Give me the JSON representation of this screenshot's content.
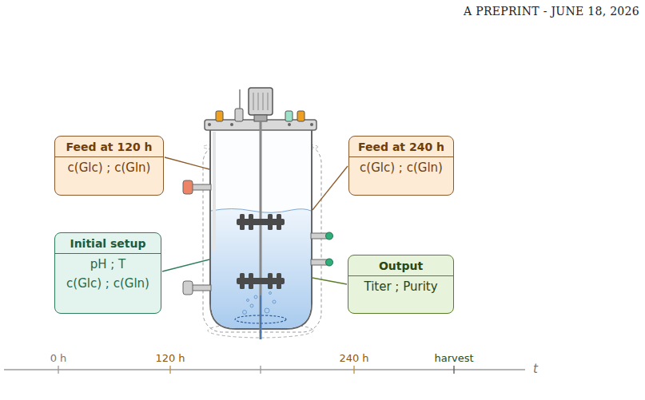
{
  "diagram": {
    "nodes": [
      {
        "text": [
          "Feed at 120 h",
          "c(Glc) ; c(Gln)"
        ]
      },
      {
        "text": [
          "Feed at 240 h",
          "c(Glc) ; c(Gln)"
        ]
      },
      {
        "text": [
          "Initial setup",
          "pH ; T",
          "c(Glc) ; c(Gln)"
        ]
      },
      {
        "text": [
          "Output",
          "Titer ; Purity"
        ]
      }
    ],
    "labels": [
      "A PREPRINT - JUNE 18, 2026",
      "0 h",
      "120 h",
      "240 h",
      "harvest",
      "t"
    ]
  }
}
